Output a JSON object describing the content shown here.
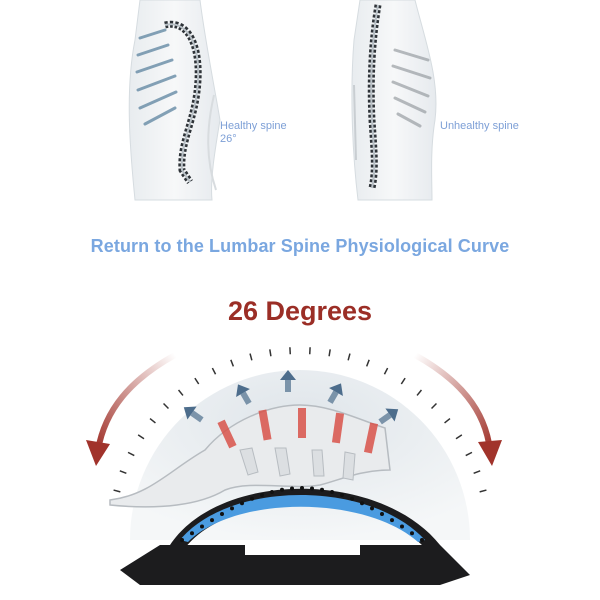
{
  "figures": {
    "healthy": {
      "label": "Healthy spine",
      "angle": "26°",
      "icon": "spine-skeleton-icon"
    },
    "unhealthy": {
      "label": "Unhealthy spine",
      "icon": "spine-skeleton-icon"
    }
  },
  "headline": "Return to the Lumbar Spine Physiological Curve",
  "degrees_title": "26 Degrees",
  "product": {
    "icon": "back-stretcher-icon"
  },
  "colors": {
    "label_blue": "#7d9fd6",
    "headline_blue": "#7aa7e0",
    "degrees_red": "#9b2e26",
    "arrow_red": "#a1332b",
    "arrow_blue": "#4d6d8c",
    "stretcher_blue": "#4a9be0",
    "stretcher_black": "#1c1c1e",
    "disc_red": "#d9534a"
  }
}
